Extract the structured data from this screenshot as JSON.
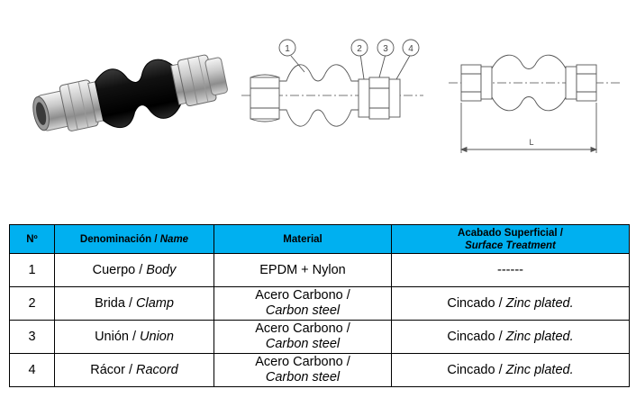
{
  "drawing": {
    "balloons": [
      "1",
      "2",
      "3",
      "4"
    ],
    "dimension_label": "L"
  },
  "table": {
    "headers": {
      "no": "Nº",
      "name_es": "Denominación / ",
      "name_en": "Name",
      "material": "Material",
      "finish_es": "Acabado Superficial /",
      "finish_en": "Surface Treatment"
    },
    "rows": [
      {
        "no": "1",
        "name_es": "Cuerpo / ",
        "name_en": "Body",
        "mat_es": "EPDM + Nylon",
        "mat_en": "",
        "fin_es": "------",
        "fin_en": ""
      },
      {
        "no": "2",
        "name_es": "Brida / ",
        "name_en": "Clamp",
        "mat_es": "Acero Carbono /",
        "mat_en": "Carbon steel",
        "fin_es": "Cincado / ",
        "fin_en": "Zinc plated."
      },
      {
        "no": "3",
        "name_es": "Unión / ",
        "name_en": "Union",
        "mat_es": "Acero Carbono /",
        "mat_en": "Carbon steel",
        "fin_es": "Cincado / ",
        "fin_en": "Zinc plated."
      },
      {
        "no": "4",
        "name_es": "Rácor / ",
        "name_en": "Racord",
        "mat_es": "Acero Carbono /",
        "mat_en": "Carbon steel",
        "fin_es": "Cincado / ",
        "fin_en": "Zinc plated."
      }
    ]
  }
}
